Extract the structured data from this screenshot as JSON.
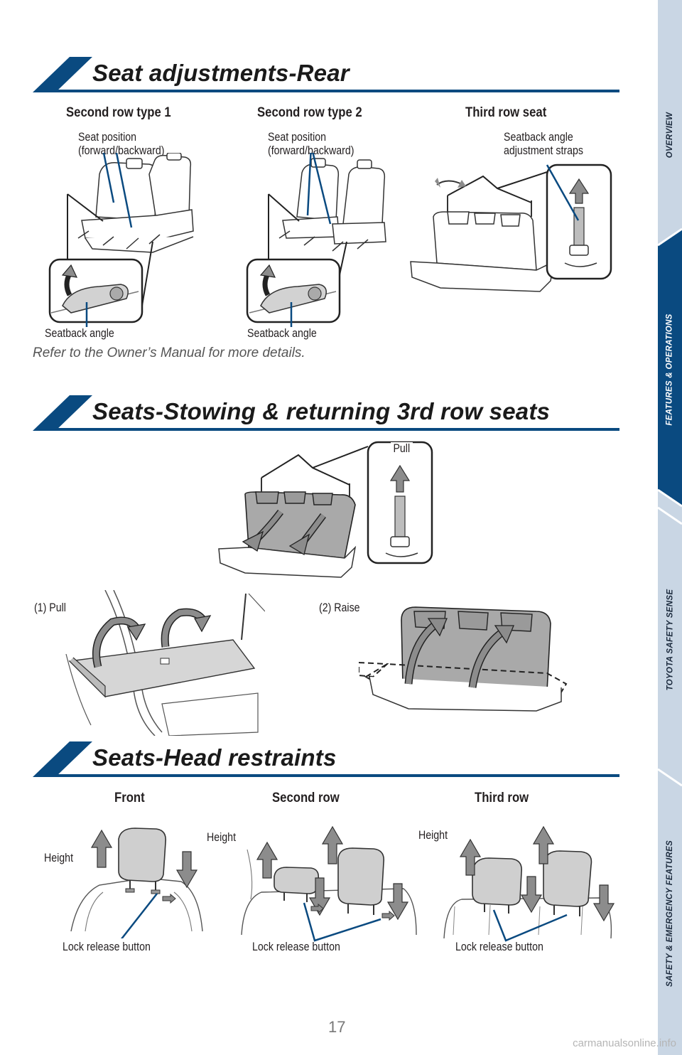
{
  "sections": {
    "rear": {
      "title": "Seat adjustments-Rear",
      "col1": "Second row type 1",
      "col2": "Second row type 2",
      "col3": "Third row seat",
      "seat_position": "Seat position\n(forward/backward)",
      "seatback_angle": "Seatback angle",
      "straps": "Seatback angle\nadjustment straps",
      "note": "Refer to the Owner’s Manual for more details."
    },
    "stowing": {
      "title": "Seats-Stowing & returning 3rd row seats",
      "pull": "Pull",
      "step1": "(1) Pull",
      "step2": "(2) Raise"
    },
    "head": {
      "title": "Seats-Head restraints",
      "col1": "Front",
      "col2": "Second row",
      "col3": "Third row",
      "height": "Height",
      "lock": "Lock release button"
    }
  },
  "sidebar": {
    "items": [
      "OVERVIEW",
      "FEATURES & OPERATIONS",
      "TOYOTA SAFETY SENSE",
      "SAFETY & EMERGENCY FEATURES"
    ],
    "active_index": 1
  },
  "page_number": "17",
  "watermark": "carmanualsonline.info",
  "colors": {
    "navy": "#0a4a80",
    "tab_light": "#c9d6e4",
    "arrow_gray": "#8c8c8c"
  }
}
